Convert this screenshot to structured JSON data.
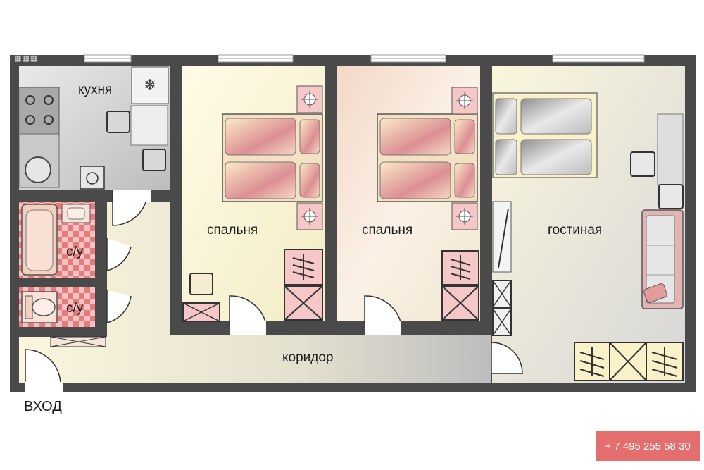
{
  "rooms": {
    "kitchen": "кухня",
    "bedroom1": "спальня",
    "bedroom2": "спальня",
    "living": "гостиная",
    "bathroom1": "с/у",
    "bathroom2": "с/у",
    "corridor": "коридор"
  },
  "entry_label": "ВХОД",
  "contact_phone": "+ 7 495 255 58 30",
  "colors": {
    "wall": "#4a4a4a",
    "accent": "#e46d6d",
    "bed": "#d9868f",
    "floor_cream": "#fbf6dd"
  }
}
